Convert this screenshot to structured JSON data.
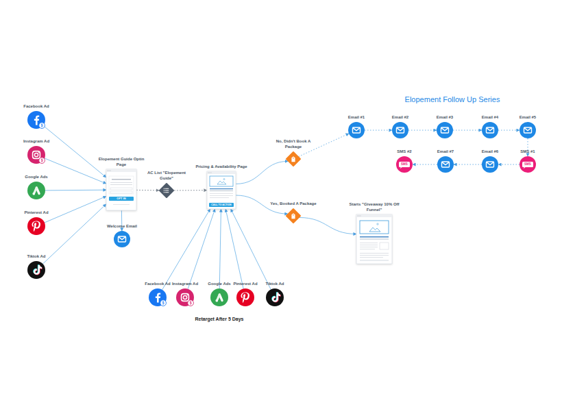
{
  "diagram": {
    "nodes": [
      {
        "text": [
          "Facebook Ad"
        ]
      },
      {
        "text": [
          "Instagram Ad"
        ]
      },
      {
        "text": [
          "Google Ads"
        ]
      },
      {
        "text": [
          "Pinterest Ad"
        ]
      },
      {
        "text": [
          "Tiktok Ad"
        ]
      },
      {
        "text": [
          "Elopement Guide Optin Page",
          "OPT IN"
        ]
      },
      {
        "text": [
          "Welcome Email"
        ]
      },
      {
        "text": [
          "AC List \"Elopement Guide\""
        ]
      },
      {
        "text": [
          "Pricing & Availability Page",
          "CALL TO ACTION"
        ]
      },
      {
        "text": [
          "No, Didn't Book A Package"
        ]
      },
      {
        "text": [
          "Yes, Booked A Package"
        ]
      },
      {
        "text": [
          "Email #1"
        ]
      },
      {
        "text": [
          "Email #2"
        ]
      },
      {
        "text": [
          "Email #3"
        ]
      },
      {
        "text": [
          "Email #4"
        ]
      },
      {
        "text": [
          "Email #5"
        ]
      },
      {
        "text": [
          "SMS #1",
          "SMS"
        ]
      },
      {
        "text": [
          "Email #6"
        ]
      },
      {
        "text": [
          "Email #7"
        ]
      },
      {
        "text": [
          "SMS #2",
          "SMS"
        ]
      },
      {
        "text": [
          "Starts \"Giveaway 10% Off Funnel\""
        ]
      },
      {
        "text": [
          "Facebook Ad"
        ]
      },
      {
        "text": [
          "Instagram Ad"
        ]
      },
      {
        "text": [
          "Google Ads"
        ]
      },
      {
        "text": [
          "Pinterest Ad"
        ]
      },
      {
        "text": [
          "Tiktok Ad"
        ]
      }
    ],
    "edges": [
      {
        "from": 0,
        "to": 5,
        "arrow": "to"
      },
      {
        "from": 1,
        "to": 5,
        "arrow": "to"
      },
      {
        "from": 2,
        "to": 5,
        "arrow": "to"
      },
      {
        "from": 3,
        "to": 5,
        "arrow": "to"
      },
      {
        "from": 4,
        "to": 5,
        "arrow": "to"
      },
      {
        "from": 5,
        "to": 6,
        "arrow": "to"
      },
      {
        "from": 5,
        "to": 7,
        "arrow": "to"
      },
      {
        "from": 7,
        "to": 8,
        "arrow": "to"
      },
      {
        "from": 21,
        "to": 8,
        "arrow": "to"
      },
      {
        "from": 22,
        "to": 8,
        "arrow": "to"
      },
      {
        "from": 23,
        "to": 8,
        "arrow": "to"
      },
      {
        "from": 24,
        "to": 8,
        "arrow": "to"
      },
      {
        "from": 25,
        "to": 8,
        "arrow": "to"
      },
      {
        "from": 8,
        "to": 9,
        "arrow": "to"
      },
      {
        "from": 8,
        "to": 10,
        "arrow": "to"
      },
      {
        "from": 9,
        "to": 11,
        "arrow": "to"
      },
      {
        "from": 11,
        "to": 12,
        "arrow": "to"
      },
      {
        "from": 12,
        "to": 13,
        "arrow": "to"
      },
      {
        "from": 13,
        "to": 14,
        "arrow": "to"
      },
      {
        "from": 14,
        "to": 15,
        "arrow": "to"
      },
      {
        "from": 15,
        "to": 16,
        "arrow": "to"
      },
      {
        "from": 16,
        "to": 17,
        "arrow": "to"
      },
      {
        "from": 17,
        "to": 18,
        "arrow": "to"
      },
      {
        "from": 18,
        "to": 19,
        "arrow": "to"
      },
      {
        "from": 10,
        "to": 20,
        "arrow": "to"
      }
    ],
    "labels": [
      "Elopement Follow Up Series",
      "Retarget After 5 Days"
    ]
  }
}
